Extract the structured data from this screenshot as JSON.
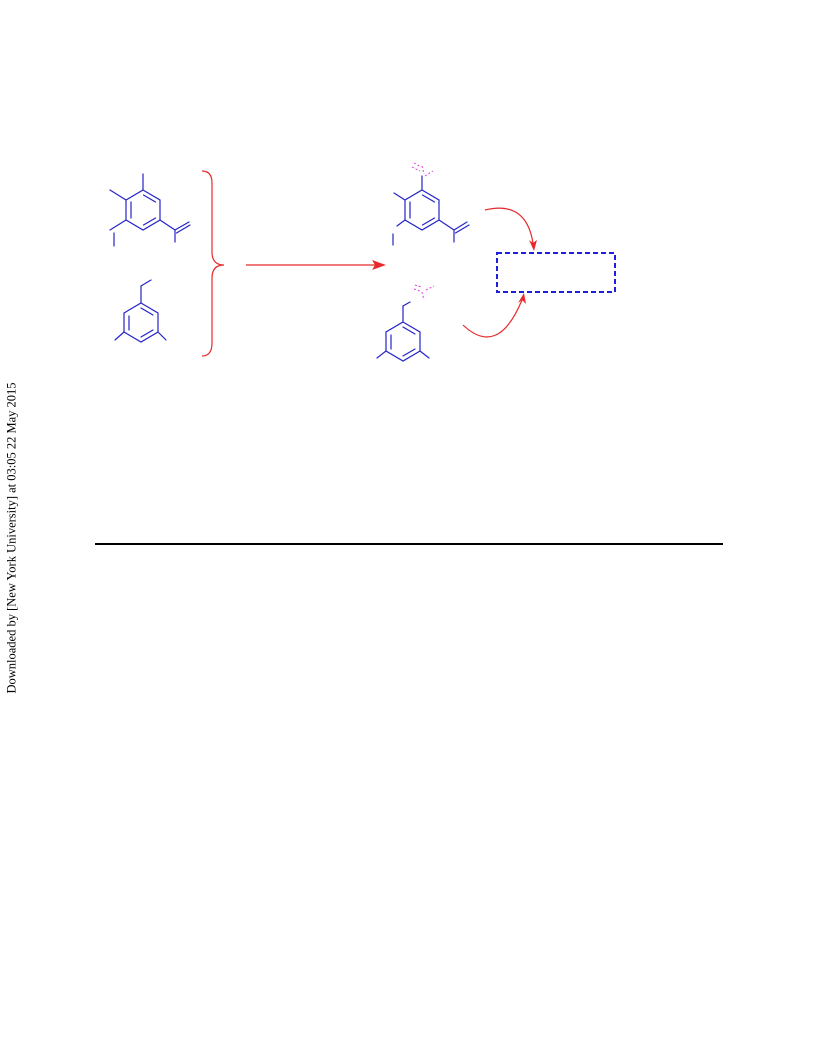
{
  "side_note": {
    "text": "Downloaded by [New York University] at 03:05 22 May 2015"
  },
  "colors": {
    "molecule": "#2424c8",
    "arrow": "#e8292b",
    "fragment": "#e040e0",
    "box": "#1f1fe0",
    "rule": "#000000"
  },
  "scheme": {
    "reactants": [
      "substituted-styrene",
      "alkylbenzene"
    ],
    "products": [
      "radical-styrene",
      "radical-alkylbenzene"
    ],
    "arrow": "reaction-arrow",
    "box": "product-box"
  }
}
